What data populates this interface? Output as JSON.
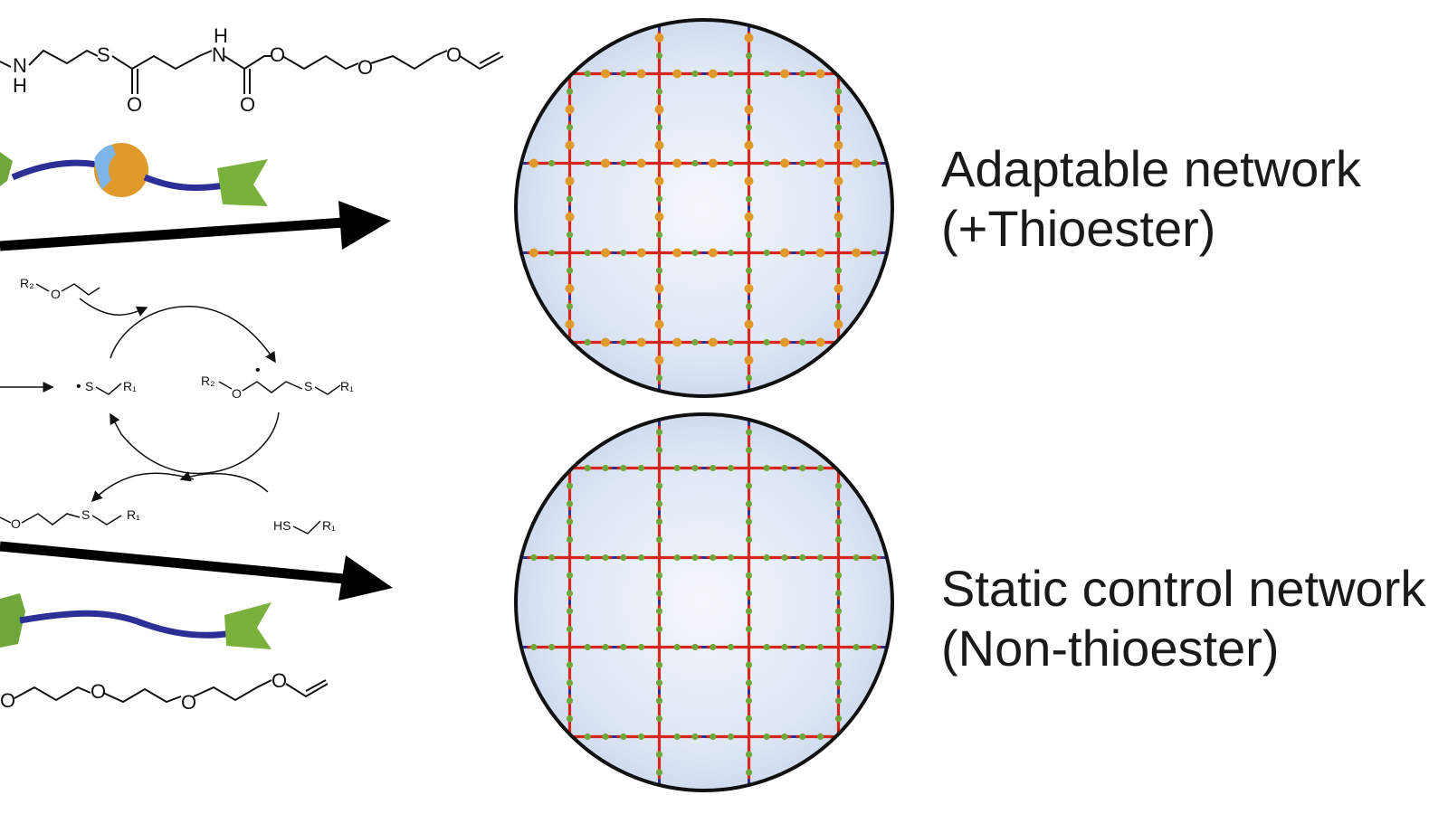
{
  "networks": [
    {
      "title": "Adaptable network",
      "subtitle": "(+Thioester)",
      "thioester": true
    },
    {
      "title": "Static control network",
      "subtitle": "(Non-thioester)",
      "thioester": false
    }
  ],
  "molecules": {
    "top_atoms": [
      "N",
      "H",
      "S",
      "O",
      "H",
      "N",
      "O",
      "O",
      "O",
      "O"
    ],
    "bottom_atoms": [
      "O",
      "O",
      "O",
      "O"
    ]
  },
  "mechanism": {
    "vinyl_ether": [
      "R₂",
      "O"
    ],
    "thiyl_radical": [
      "•",
      "S",
      "R₁"
    ],
    "carbon_radical": [
      "R₂",
      "O",
      "•",
      "S",
      "R₁"
    ],
    "thioether_product": [
      "O",
      "S",
      "R₁"
    ],
    "thiol": [
      "HS",
      "R₁"
    ]
  },
  "colors": {
    "crosslinker": "#d7261e",
    "backbone": "#2b2f96",
    "node_green": "#6fa83a",
    "thioester_orange": "#e09a2c",
    "thioester_blue": "#7fb6e8",
    "arrow": "#000000",
    "circle_fill": "#dfe8f5"
  }
}
